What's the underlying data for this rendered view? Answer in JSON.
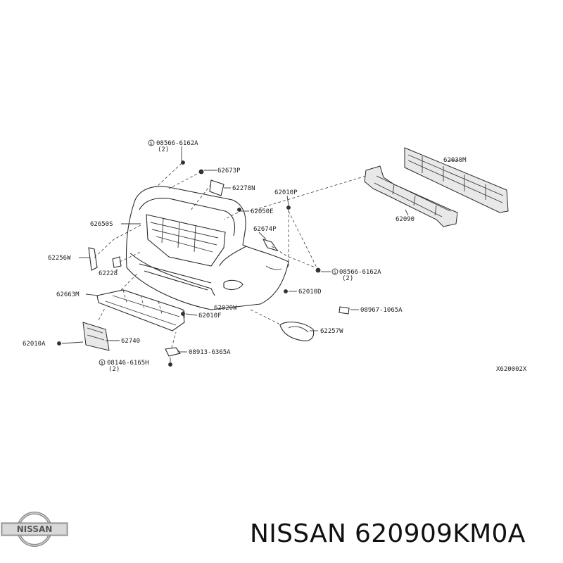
{
  "diagram": {
    "labels": {
      "l08566a_top": "08566-6162A",
      "l2_top": "(2)",
      "l62673p": "62673P",
      "l62278n": "62278N",
      "l62010p": "62010P",
      "l62090_top": "62030M",
      "l62090": "62090",
      "l62650s": "62650S",
      "l62050e": "62050E",
      "l62674p": "62674P",
      "l62256w": "62256W",
      "l62228": "62228",
      "l08566a_right": "08566-6162A",
      "l2_right": "(2)",
      "l62010d": "62010D",
      "l62663m": "62663M",
      "l62020w": "62020W",
      "l08967": "08967-1065A",
      "l62010f": "62010F",
      "l62257w": "62257W",
      "l62010a": "62010A",
      "l62740": "62740",
      "l08913": "08913-6365A",
      "l08146": "08146-6165H",
      "l2_bottom": "(2)",
      "sheet_id": "X620002X"
    }
  },
  "brand": {
    "logo_text": "NISSAN",
    "title": "NISSAN 620909KM0A"
  }
}
